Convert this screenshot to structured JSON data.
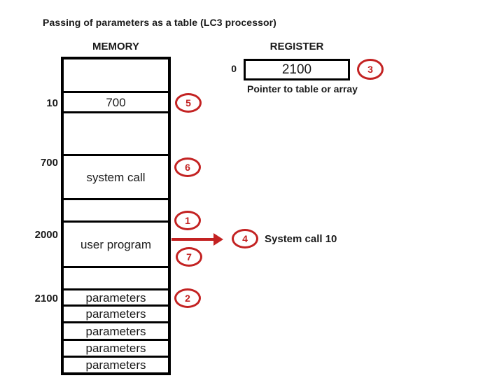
{
  "colors": {
    "accent_red": "#c32222",
    "text": "#1a1a1a",
    "border": "#000000"
  },
  "title": "Passing of parameters as a table (LC3 processor)",
  "memory": {
    "heading": "MEMORY",
    "address_labels": {
      "row_700": "10",
      "row_system_call": "700",
      "row_user_program": "2000",
      "row_parameters": "2100"
    },
    "cells": {
      "pointer_value": "700",
      "system_call": "system call",
      "user_program": "user program",
      "parameters": [
        "parameters",
        "parameters",
        "parameters",
        "parameters",
        "parameters"
      ]
    }
  },
  "register": {
    "heading": "REGISTER",
    "slot_label": "0",
    "value": "2100",
    "caption": "Pointer to table or array"
  },
  "steps": {
    "s1": "1",
    "s2": "2",
    "s3": "3",
    "s4": "4",
    "s5": "5",
    "s6": "6",
    "s7": "7"
  },
  "annotation": {
    "system_call_note": "System call 10"
  }
}
